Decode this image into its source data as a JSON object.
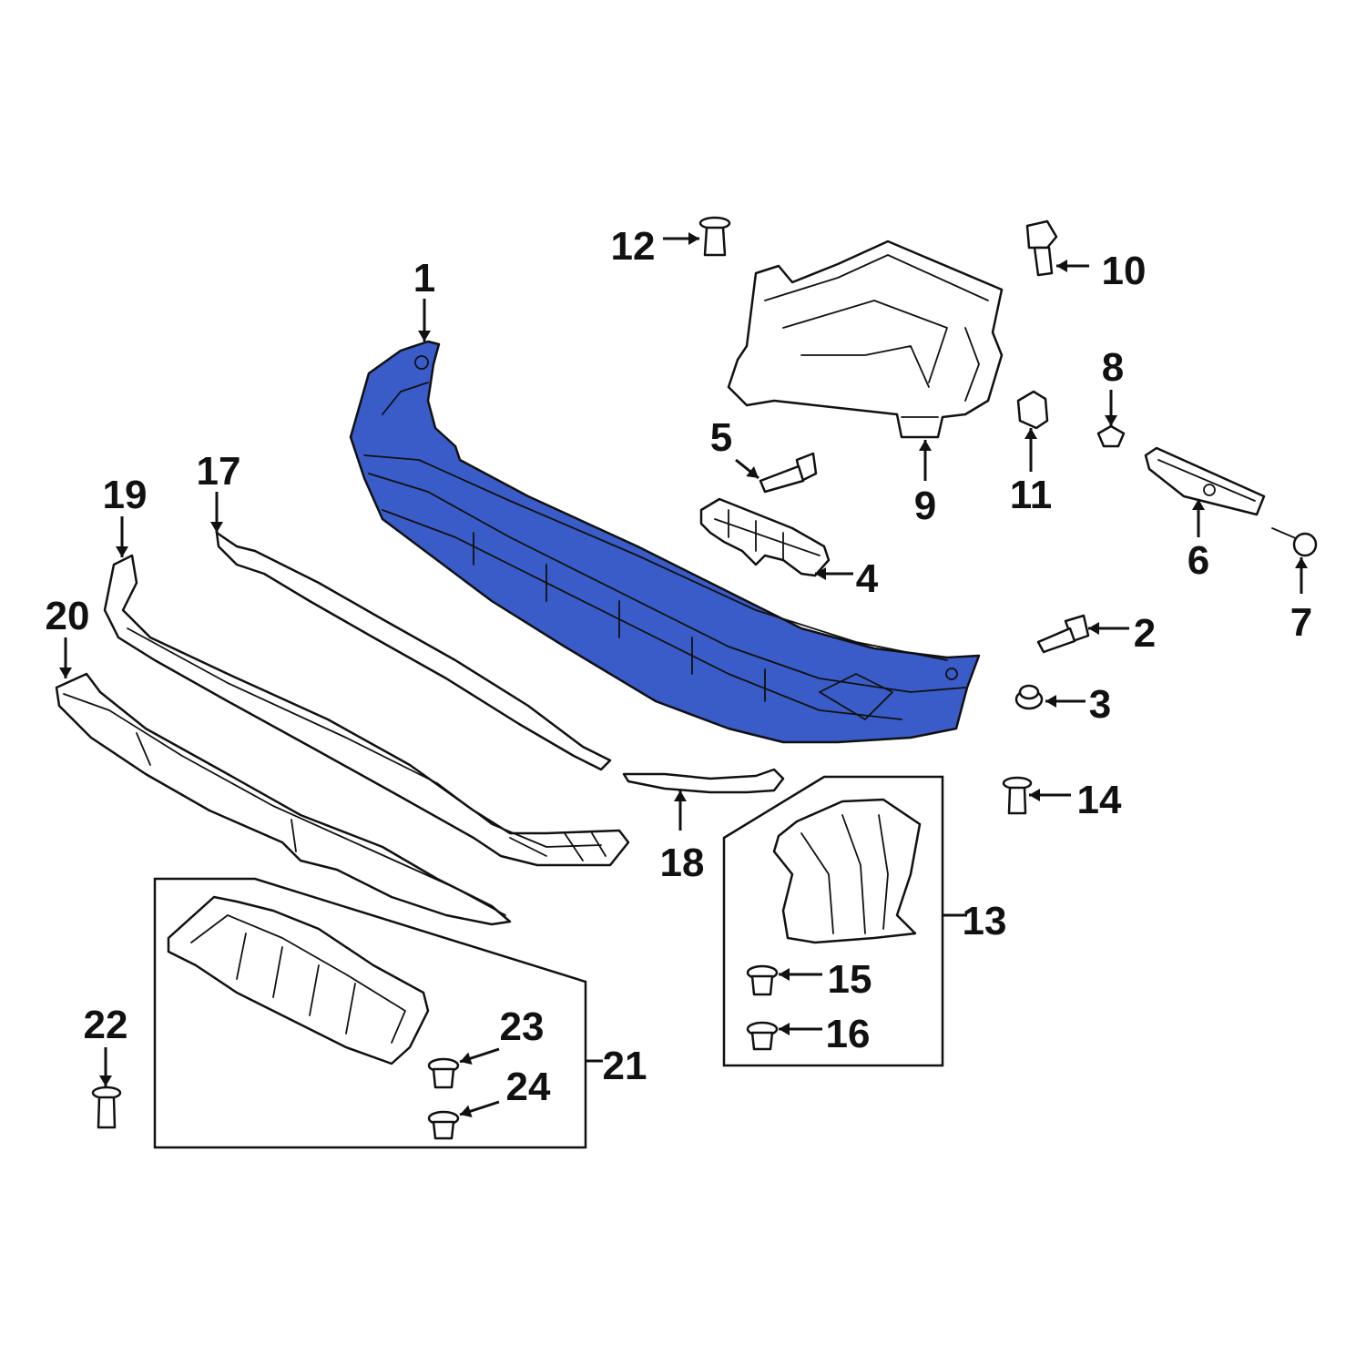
{
  "diagram": {
    "highlight_color": "#3a5cc8",
    "outline_color": "#111111",
    "background_color": "#ffffff",
    "callouts": [
      "1",
      "2",
      "3",
      "4",
      "5",
      "6",
      "7",
      "8",
      "9",
      "10",
      "11",
      "12",
      "13",
      "14",
      "15",
      "16",
      "17",
      "18",
      "19",
      "20",
      "21",
      "22",
      "23",
      "24"
    ],
    "highlighted_part": "1",
    "part_icons": {
      "1": "bumper-cover-icon",
      "2": "bolt-icon",
      "3": "clip-icon",
      "4": "bracket-icon",
      "5": "bolt-icon",
      "6": "reinforcement-bar-icon",
      "7": "screw-icon",
      "8": "nut-icon",
      "9": "headlamp-bracket-icon",
      "10": "bolt-icon",
      "11": "retainer-clip-icon",
      "12": "push-pin-icon",
      "13": "splash-shield-icon",
      "14": "push-pin-icon",
      "15": "grommet-icon",
      "16": "grommet-icon",
      "17": "molding-strip-icon",
      "18": "molding-strip-icon",
      "19": "lower-trim-icon",
      "20": "lower-valance-icon",
      "21": "skid-plate-icon",
      "22": "push-pin-icon",
      "23": "grommet-icon",
      "24": "grommet-icon"
    }
  }
}
